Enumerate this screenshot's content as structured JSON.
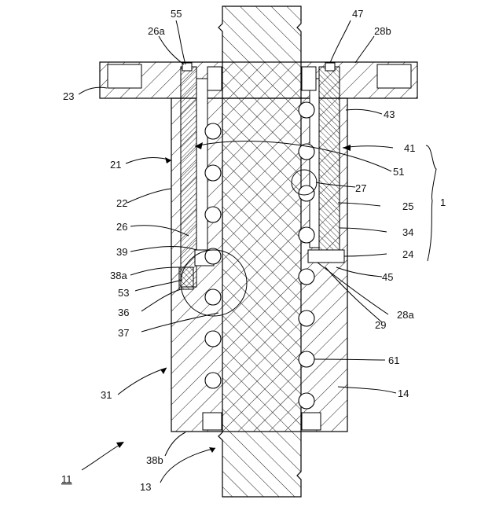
{
  "diagram": {
    "labels": {
      "l55": "55",
      "l26a": "26a",
      "l47": "47",
      "l28b": "28b",
      "l23": "23",
      "l43": "43",
      "l41": "41",
      "l21": "21",
      "l51": "51",
      "l27": "27",
      "l22": "22",
      "l25": "25",
      "l1": "1",
      "l26": "26",
      "l34": "34",
      "l39": "39",
      "l24": "24",
      "l38a": "38a",
      "l45": "45",
      "l53": "53",
      "l36": "36",
      "l28a": "28a",
      "l29": "29",
      "l37": "37",
      "l61": "61",
      "l31": "31",
      "l14": "14",
      "l38b": "38b",
      "l13": "13",
      "l11": "11"
    }
  }
}
